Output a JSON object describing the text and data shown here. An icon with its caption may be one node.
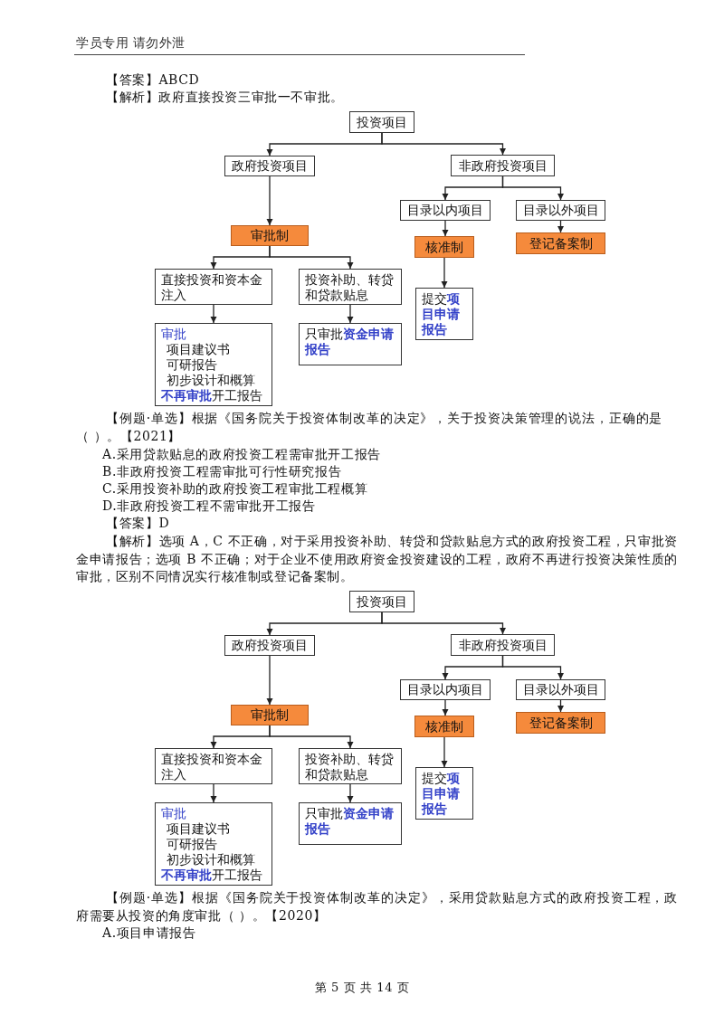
{
  "diagram": {
    "nodes": [
      {
        "text": [
          "投资项目"
        ]
      },
      {
        "text": [
          "政府投资项目"
        ]
      },
      {
        "text": [
          "非政府投资项目"
        ]
      },
      {
        "text": [
          "目录以内项目"
        ]
      },
      {
        "text": [
          "目录以外项目"
        ]
      },
      {
        "text": [
          "审批制"
        ]
      },
      {
        "text": [
          "核准制"
        ]
      },
      {
        "text": [
          "登记备案制"
        ]
      },
      {
        "text": [
          "直接投资和资本金注入"
        ]
      },
      {
        "text": [
          "投资补助、转贷和贷款贴息"
        ]
      },
      {
        "text": [
          "提交**项目申请报告**"
        ]
      },
      {
        "text": [
          "审批",
          "项目建议书",
          "可研报告",
          "初步设计和概算",
          "**不再审批**开工报告"
        ]
      },
      {
        "text": [
          "只审批**资金申请报告**"
        ]
      },
      {
        "text": [
          "投资项目"
        ]
      },
      {
        "text": [
          "政府投资项目"
        ]
      },
      {
        "text": [
          "非政府投资项目"
        ]
      },
      {
        "text": [
          "目录以内项目"
        ]
      },
      {
        "text": [
          "目录以外项目"
        ]
      },
      {
        "text": [
          "审批制"
        ]
      },
      {
        "text": [
          "核准制"
        ]
      },
      {
        "text": [
          "登记备案制"
        ]
      },
      {
        "text": [
          "直接投资和资本金注入"
        ]
      },
      {
        "text": [
          "投资补助、转贷和贷款贴息"
        ]
      },
      {
        "text": [
          "提交**项目申请报告**"
        ]
      },
      {
        "text": [
          "审批",
          "项目建议书",
          "可研报告",
          "初步设计和概算",
          "**不再审批**开工报告"
        ]
      },
      {
        "text": [
          "只审批**资金申请报告**"
        ]
      }
    ],
    "edges": [
      {
        "from": 0,
        "to": 1,
        "arrow": "to"
      },
      {
        "from": 0,
        "to": 2,
        "arrow": "to"
      },
      {
        "from": 1,
        "to": 5,
        "arrow": "to"
      },
      {
        "from": 2,
        "to": 3,
        "arrow": "to"
      },
      {
        "from": 2,
        "to": 4,
        "arrow": "to"
      },
      {
        "from": 3,
        "to": 6,
        "arrow": "to"
      },
      {
        "from": 4,
        "to": 7,
        "arrow": "to"
      },
      {
        "from": 5,
        "to": 8,
        "arrow": "to"
      },
      {
        "from": 5,
        "to": 9,
        "arrow": "to"
      },
      {
        "from": 6,
        "to": 10,
        "arrow": "to"
      },
      {
        "from": 8,
        "to": 11,
        "arrow": "to"
      },
      {
        "from": 9,
        "to": 12,
        "arrow": "to"
      },
      {
        "from": 13,
        "to": 14,
        "arrow": "to"
      },
      {
        "from": 13,
        "to": 15,
        "arrow": "to"
      },
      {
        "from": 14,
        "to": 18,
        "arrow": "to"
      },
      {
        "from": 15,
        "to": 16,
        "arrow": "to"
      },
      {
        "from": 15,
        "to": 17,
        "arrow": "to"
      },
      {
        "from": 16,
        "to": 19,
        "arrow": "to"
      },
      {
        "from": 17,
        "to": 20,
        "arrow": "to"
      },
      {
        "from": 18,
        "to": 21,
        "arrow": "to"
      },
      {
        "from": 18,
        "to": 22,
        "arrow": "to"
      },
      {
        "from": 19,
        "to": 23,
        "arrow": "to"
      },
      {
        "from": 21,
        "to": 24,
        "arrow": "to"
      },
      {
        "from": 22,
        "to": 25,
        "arrow": "to"
      }
    ],
    "labels": [
      "学员专用 请勿外泄",
      "【答案】ABCD",
      "【解析】政府直接投资三审批一不审批。",
      "【例题·单选】根据《国务院关于投资体制改革的决定》，关于投资决策管理的说法，正确的是（ ）。【2021】",
      "A.采用贷款贴息的政府投资工程需审批开工报告",
      "B.非政府投资工程需审批可行性研究报告",
      "C.采用投资补助的政府投资工程审批工程概算",
      "D.非政府投资工程不需审批开工报告",
      "【答案】D",
      "【解析】选项 A，C 不正确，对于采用投资补助、转贷和贷款贴息方式的政府投资工程，只审批资金申请报告；选项 B 不正确；对于企业不使用政府资金投资建设的工程，政府不再进行投资决策性质的审批，区别不同情况实行核准制或登记备案制。",
      "【例题·单选】根据《国务院关于投资体制改革的决定》，采用贷款贴息方式的政府投资工程，政府需要从投资的角度审批（ ）。【2020】",
      "A.项目申请报告",
      "第 5 页 共 14 页"
    ]
  }
}
